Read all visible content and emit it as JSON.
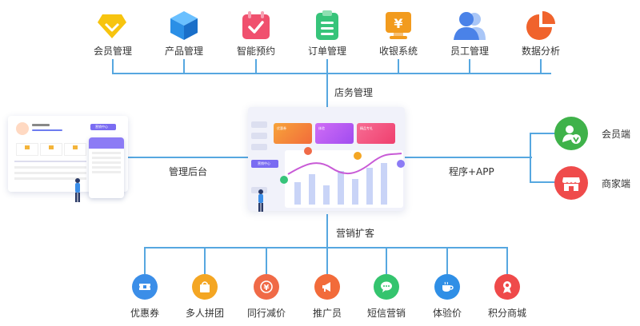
{
  "top_modules": [
    {
      "label": "会员管理",
      "icon": "diamond-icon",
      "color": "#f7c40f"
    },
    {
      "label": "产品管理",
      "icon": "cube-icon",
      "color": "#2b8fe6"
    },
    {
      "label": "智能预约",
      "icon": "calendar-check-icon",
      "color": "#f0506e"
    },
    {
      "label": "订单管理",
      "icon": "clipboard-icon",
      "color": "#37c47a"
    },
    {
      "label": "收银系统",
      "icon": "cashier-monitor-icon",
      "color": "#f29b1e"
    },
    {
      "label": "员工管理",
      "icon": "users-icon",
      "color": "#4a82e8"
    },
    {
      "label": "数据分析",
      "icon": "pie-chart-icon",
      "color": "#f0632c"
    }
  ],
  "connectors": {
    "store": "店务管理",
    "backend": "管理后台",
    "app": "程序+APP",
    "marketing": "营销扩客"
  },
  "right_nodes": [
    {
      "label": "会员端",
      "icon": "member-v-icon",
      "color": "#3fb24a"
    },
    {
      "label": "商家端",
      "icon": "store-icon",
      "color": "#ef4b4b"
    }
  ],
  "bottom_modules": [
    {
      "label": "优惠券",
      "icon": "ticket-icon",
      "color": "#3b8ee8"
    },
    {
      "label": "多人拼团",
      "icon": "shopping-bag-icon",
      "color": "#f4a623"
    },
    {
      "label": "同行减价",
      "icon": "yen-icon",
      "color": "#f06a47"
    },
    {
      "label": "推广员",
      "icon": "megaphone-icon",
      "color": "#f26b3a"
    },
    {
      "label": "短信营销",
      "icon": "chat-bubble-icon",
      "color": "#34c46e"
    },
    {
      "label": "体验价",
      "icon": "coffee-cup-icon",
      "color": "#2f8fe6"
    },
    {
      "label": "积分商城",
      "icon": "medal-icon",
      "color": "#ef4a4a"
    }
  ],
  "dashboard": {
    "cards": [
      "优惠券",
      "体验",
      "精品专礼"
    ],
    "button": "营销中心"
  },
  "backend_screen": {
    "button": "营销中心"
  }
}
